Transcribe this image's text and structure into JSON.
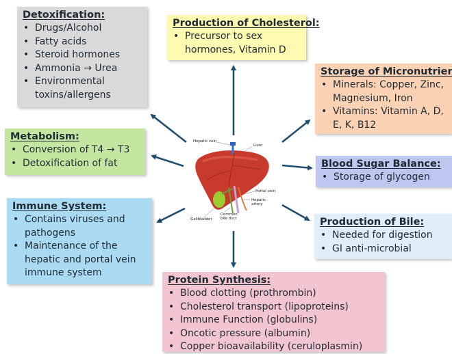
{
  "center": {
    "labels": {
      "hepatic_vein": "Hepatic vein",
      "liver": "Liver",
      "portal_vein": "Portal vein",
      "hepatic_artery": "Hepatic artery",
      "gallbladder": "Gallbladder",
      "common_bile_duct": "Common bile duct"
    }
  },
  "boxes": {
    "detox": {
      "title": "Detoxification:",
      "items": [
        "Drugs/Alcohol",
        "Fatty acids",
        "Steroid hormones",
        "Ammonia → Urea",
        "Environmental\ntoxins/allergens"
      ]
    },
    "cholesterol": {
      "title": "Production of Cholesterol:",
      "items": [
        "Precursor to sex\nhormones, Vitamin D"
      ]
    },
    "micronutrients": {
      "title": "Storage of Micronutrients:",
      "items": [
        "Minerals: Copper, Zinc,\nMagnesium, Iron",
        "Vitamins: Vitamin A, D,\nE, K, B12"
      ]
    },
    "metabolism": {
      "title": "Metabolism:",
      "items": [
        "Conversion of T4 → T3",
        "Detoxification of fat"
      ]
    },
    "blood_sugar": {
      "title": "Blood Sugar Balance:",
      "items": [
        "Storage of glycogen"
      ]
    },
    "immune": {
      "title": "Immune System:",
      "items": [
        "Contains viruses and\npathogens",
        "Maintenance of the\nhepatic and portal vein\nimmune system"
      ]
    },
    "bile": {
      "title": "Production of Bile:",
      "items": [
        "Needed for digestion",
        "GI anti-microbial"
      ]
    },
    "protein": {
      "title": "Protein Synthesis:",
      "items": [
        "Blood clotting (prothrombin)",
        "Cholesterol transport (lipoproteins)",
        "Immune Function (globulins)",
        "Oncotic pressure (albumin)",
        "Copper bioavailability (ceruloplasmin)"
      ]
    }
  },
  "colors": {
    "detox": "#d9d9d9",
    "cholesterol": "#fdfab2",
    "micronutrients": "#fbd2b4",
    "metabolism": "#c3e7a0",
    "blood_sugar": "#bdc7ef",
    "immune": "#aadbf3",
    "bile": "#dfeef8",
    "protein": "#f3c5d0",
    "arrow": "#1f4e6e",
    "liver": "#c83a2c",
    "gallbladder": "#9acd32"
  }
}
